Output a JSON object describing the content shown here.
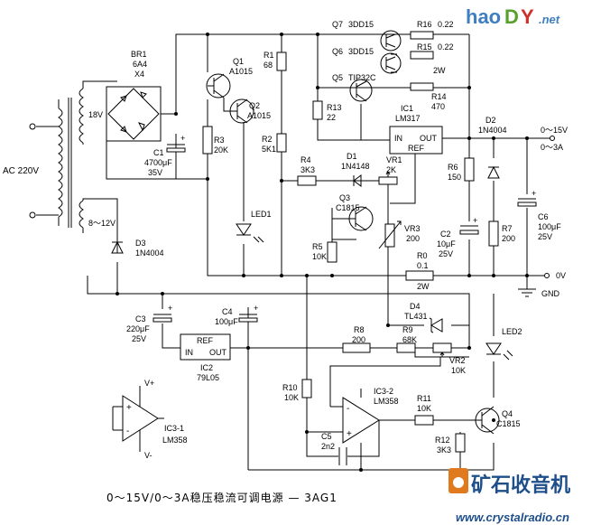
{
  "watermark_top": {
    "prefix": "hao",
    "mid": "D",
    "suffix": "Y",
    "tld": ".net"
  },
  "watermark_bottom": {
    "cn": "矿石收音机",
    "url": "www.crystalradio.cn"
  },
  "caption": "0～15V/0～3A稳压稳流可调电源 — 3AG1",
  "labels": {
    "ac": "AC 220V",
    "sec1": "18V",
    "sec2": "8～12V",
    "br1": "BR1",
    "br1_v": "6A4",
    "br1_x": "X4",
    "c1": "C1",
    "c1_v": "4700μF",
    "c1_v2": "35V",
    "q1": "Q1",
    "q1_t": "A1015",
    "q2": "Q2",
    "q2_t": "A1015",
    "r3": "R3",
    "r3_v": "20K",
    "r1": "R1",
    "r1_v": "68",
    "r2": "R2",
    "r2_v": "5K1",
    "led1": "LED1",
    "q7": "Q7",
    "q7_t": "3DD15",
    "q6": "Q6",
    "q6_t": "3DD15",
    "q5": "Q5",
    "q5_t": "TIP32C",
    "r16": "R16",
    "r16_v": "0.22",
    "r15": "R15",
    "r15_v": "0.22",
    "r15_w": "2W",
    "r14": "R14",
    "r14_v": "470",
    "r13": "R13",
    "r13_v": "22",
    "ic1": "IC1",
    "ic1_t": "LM317",
    "ic1_in": "IN",
    "ic1_out": "OUT",
    "ic1_ref": "REF",
    "d2": "D2",
    "d2_t": "1N4004",
    "out_v": "0～15V",
    "out_a": "0～3A",
    "r4": "R4",
    "r4_v": "3K3",
    "d1": "D1",
    "d1_t": "1N4148",
    "vr1": "VR1",
    "vr1_v": "2K",
    "r6": "R6",
    "r6_v": "150",
    "c6": "C6",
    "c6_v": "100μF",
    "c6_v2": "25V",
    "q3": "Q3",
    "q3_t": "C1815",
    "vr3": "VR3",
    "vr3_v": "200",
    "c2": "C2",
    "c2_v": "10μF",
    "c2_v2": "25V",
    "r7": "R7",
    "r7_v": "200",
    "r5": "R5",
    "r5_v": "10K",
    "r0": "R0",
    "r0_v": "0.1",
    "r0_w": "2W",
    "zero_v": "0V",
    "gnd": "GND",
    "d3": "D3",
    "d3_t": "1N4004",
    "c3": "C3",
    "c3_v": "220μF",
    "c3_v2": "25V",
    "c4": "C4",
    "c4_v": "100μF",
    "ic2": "IC2",
    "ic2_t": "79L05",
    "ic2_ref": "REF",
    "ic2_in": "IN",
    "ic2_out": "OUT",
    "d4": "D4",
    "d4_t": "TL431",
    "r8": "R8",
    "r8_v": "200",
    "r9": "R9",
    "r9_v": "68K",
    "vr2": "VR2",
    "vr2_v": "10K",
    "led2": "LED2",
    "ic31": "IC3-1",
    "ic31_t": "LM358",
    "vplus": "V+",
    "vminus": "V-",
    "plus": "+",
    "minus": "-",
    "r10": "R10",
    "r10_v": "10K",
    "ic32": "IC3-2",
    "ic32_t": "LM358",
    "r11": "R11",
    "r11_v": "10K",
    "q4": "Q4",
    "q4_t": "C1815",
    "c5": "C5",
    "c5_v": "2n2",
    "r12": "R12",
    "r12_v": "3K3"
  },
  "colors": {
    "ink": "#000000",
    "wm_blue": "#3f7fbf",
    "wm_green": "#5aa02c",
    "wm_red": "#d0302a",
    "wm_orange": "#e07a1f",
    "wm_dark": "#1e4f8a"
  }
}
